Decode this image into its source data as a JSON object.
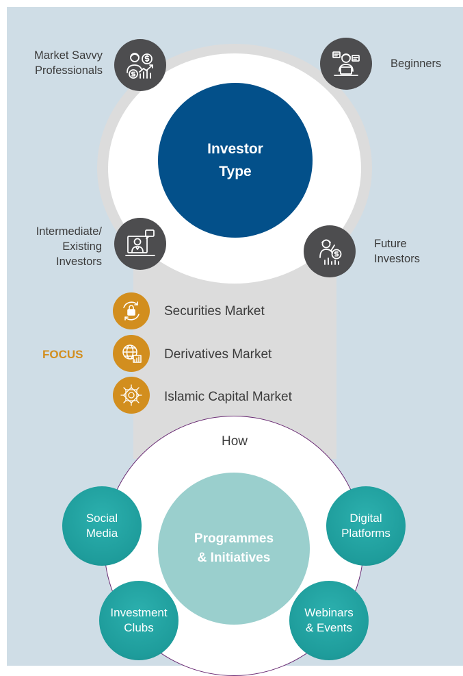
{
  "investor_type": {
    "title_line1": "Investor",
    "title_line2": "Type",
    "segments": [
      {
        "label_line1": "Market Savvy",
        "label_line2": "Professionals",
        "icon": "professional-investor-icon"
      },
      {
        "label_line1": "Beginners",
        "icon": "beginner-laptop-icon"
      },
      {
        "label_line1": "Intermediate/",
        "label_line2": "Existing",
        "label_line3": "Investors",
        "icon": "existing-investor-icon"
      },
      {
        "label_line1": "Future",
        "label_line2": "Investors",
        "icon": "future-investor-icon"
      }
    ]
  },
  "focus": {
    "title": "FOCUS",
    "items": [
      {
        "label": "Securities Market",
        "icon": "lock-cycle-icon"
      },
      {
        "label": "Derivatives Market",
        "icon": "globe-chart-icon"
      },
      {
        "label": "Islamic Capital Market",
        "icon": "islamic-pattern-icon"
      }
    ]
  },
  "how": {
    "title": "How",
    "center_line1": "Programmes",
    "center_line2": "& Initiatives",
    "channels": [
      {
        "line1": "Social",
        "line2": "Media"
      },
      {
        "line1": "Digital",
        "line2": "Platforms"
      },
      {
        "line1": "Investment",
        "line2": "Clubs"
      },
      {
        "line1": "Webinars",
        "line2": "& Events"
      }
    ]
  },
  "colors": {
    "background_panel": "#cfdde6",
    "investor_core": "#03508a",
    "dark_node": "#4d4d4f",
    "focus_accent": "#d28e1e",
    "programmes_core": "#9acfcd",
    "channel_teal": "#1e9c9b",
    "how_ring": "#6a2c74"
  }
}
